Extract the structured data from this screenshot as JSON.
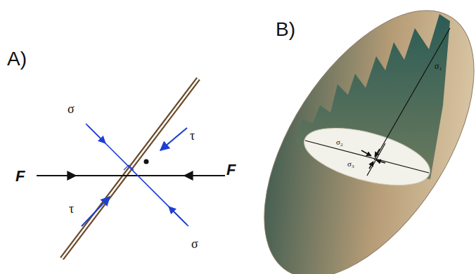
{
  "diagram": {
    "labels": [
      "A)",
      "σ",
      "τ",
      "F",
      "F",
      "τ",
      "σ",
      "B)",
      "σ₁",
      "σ₂",
      "σ₃"
    ]
  }
}
